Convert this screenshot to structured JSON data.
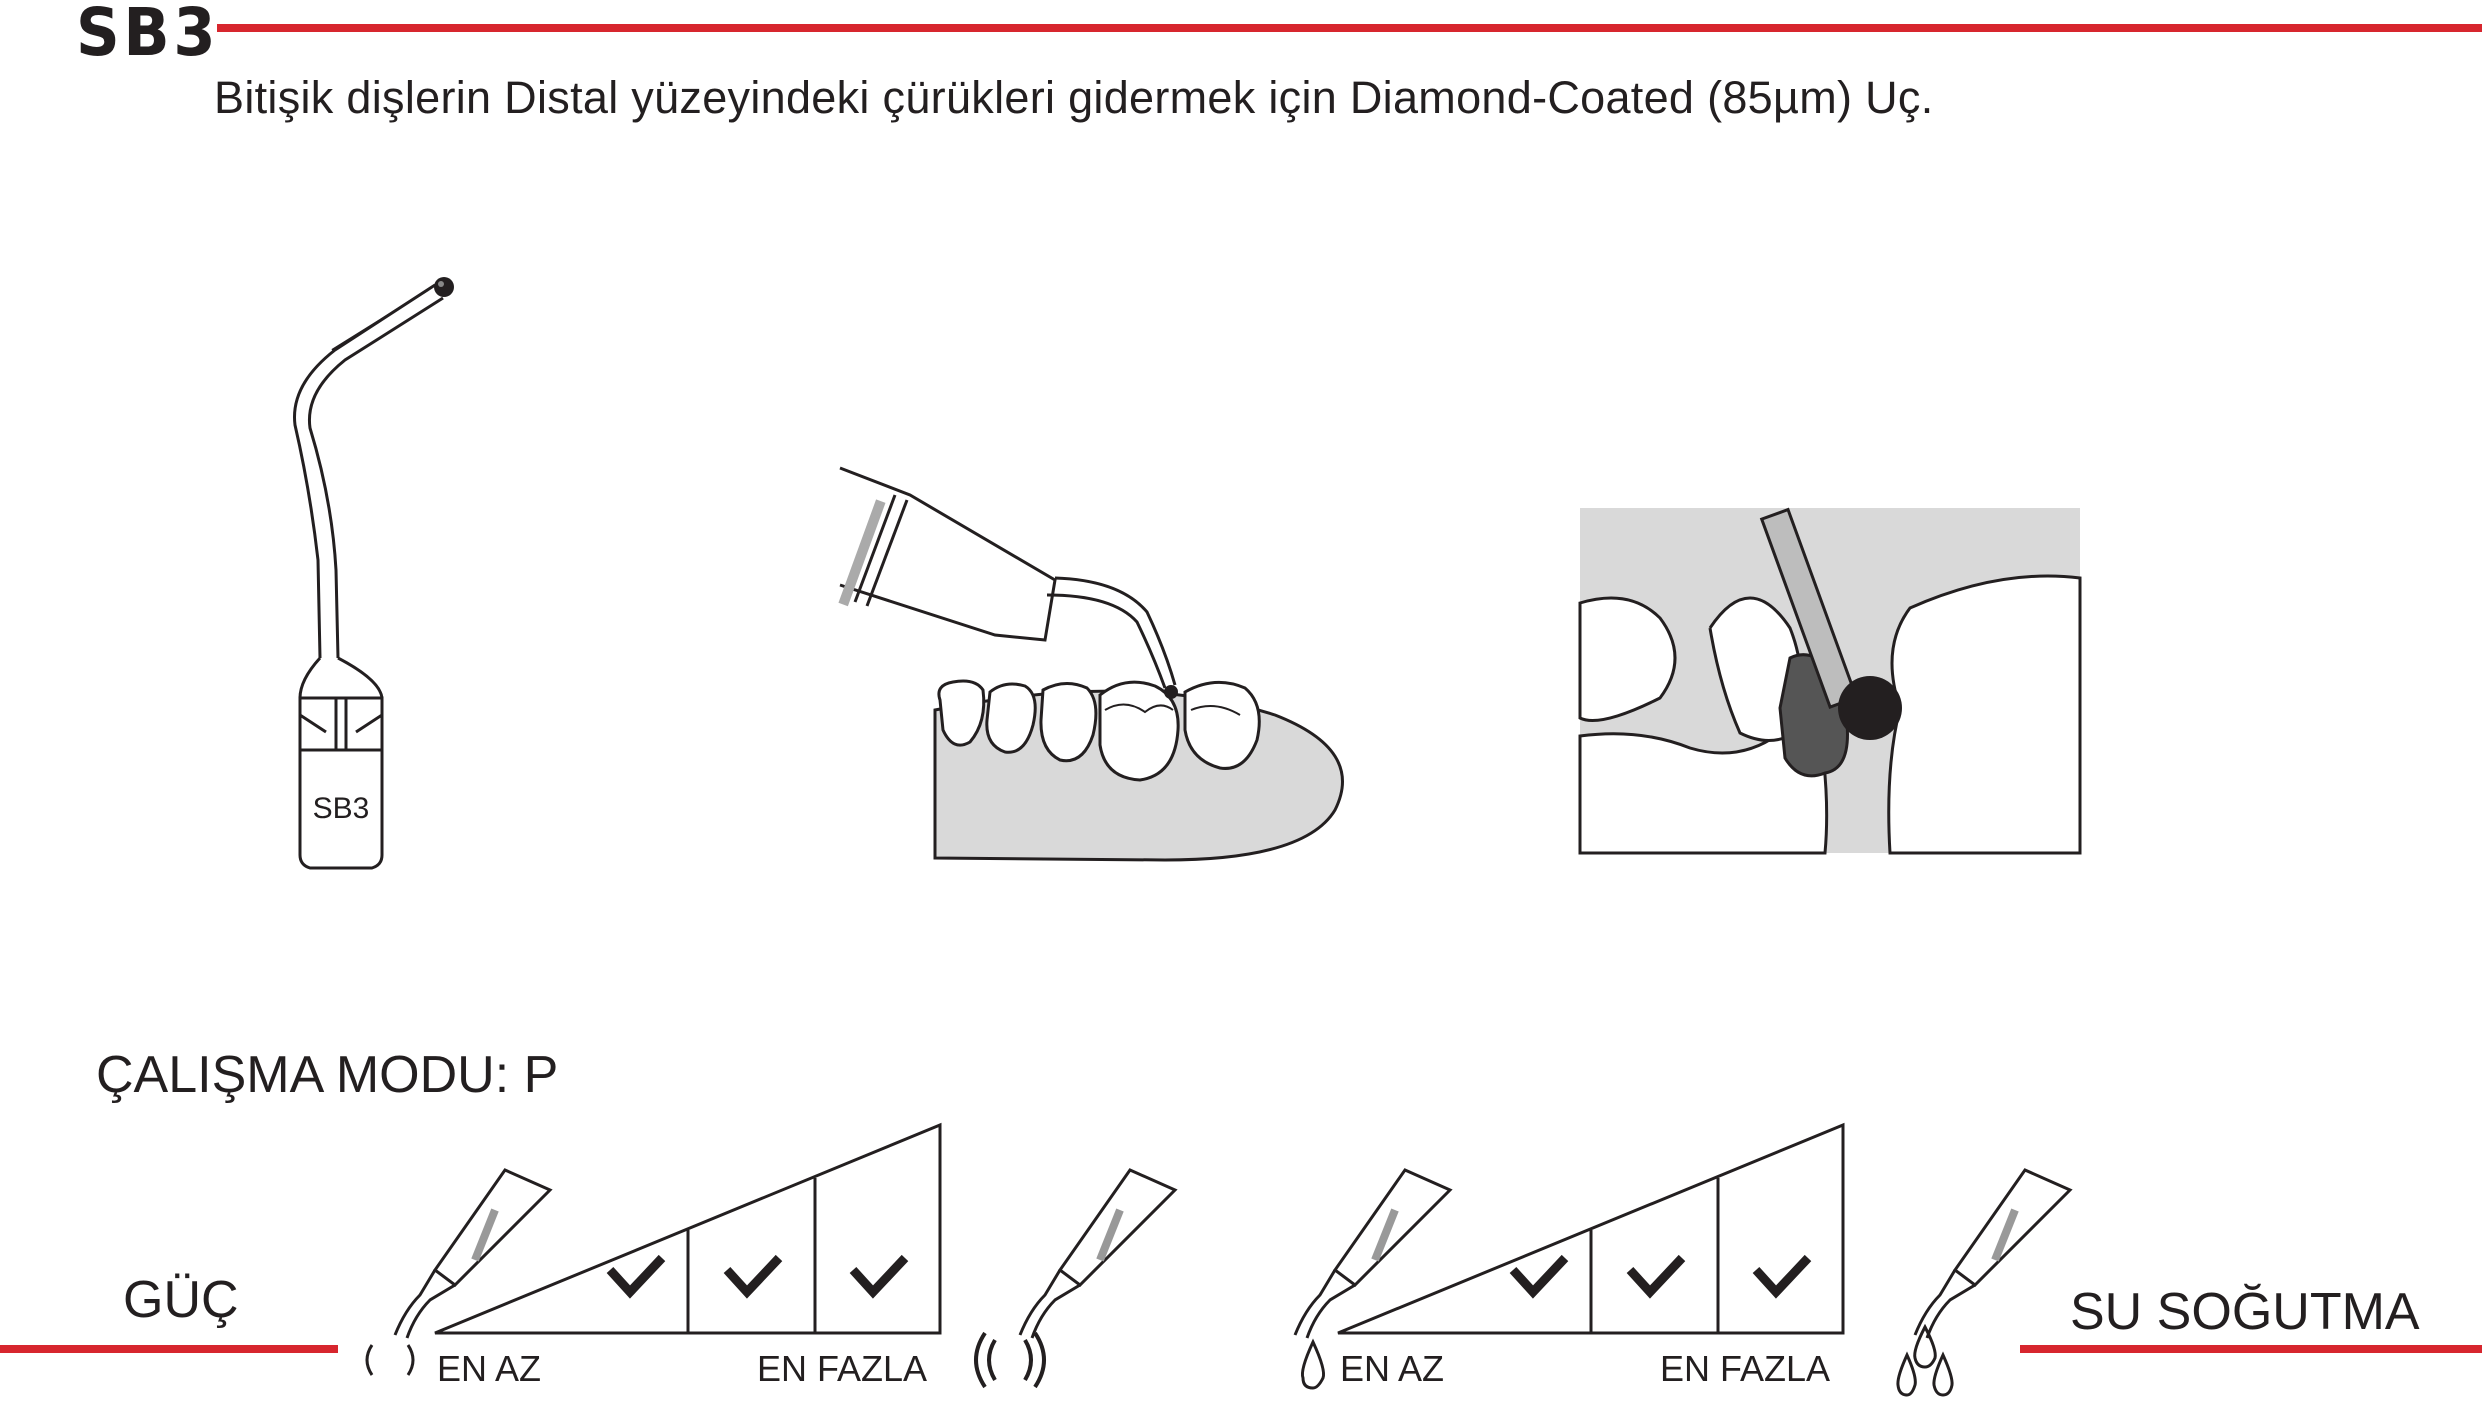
{
  "header": {
    "code": "SB3",
    "description": "Bitişik dişlerin Distal yüzeyindeki çürükleri gidermek için Diamond-Coated (85µm) Uç."
  },
  "tip_illustration": {
    "engraving": "SB3"
  },
  "settings": {
    "mode_label": "ÇALIŞMA MODU: P",
    "power": {
      "label": "GÜÇ",
      "min_label": "EN AZ",
      "max_label": "EN FAZLA",
      "levels_checked": [
        1,
        2,
        3
      ],
      "levels_total": 3
    },
    "water_cooling": {
      "label": "SU SOĞUTMA",
      "min_label": "EN AZ",
      "max_label": "EN FAZLA",
      "levels_checked": [
        1,
        2,
        3
      ],
      "levels_total": 3
    }
  },
  "colors": {
    "accent_red": "#d7262e",
    "ink": "#231f20",
    "gum_gray": "#d9d9d9"
  },
  "icons": [
    "checkmark-icon",
    "handpiece-icon",
    "vibration-waves-icon",
    "water-drop-icon"
  ]
}
